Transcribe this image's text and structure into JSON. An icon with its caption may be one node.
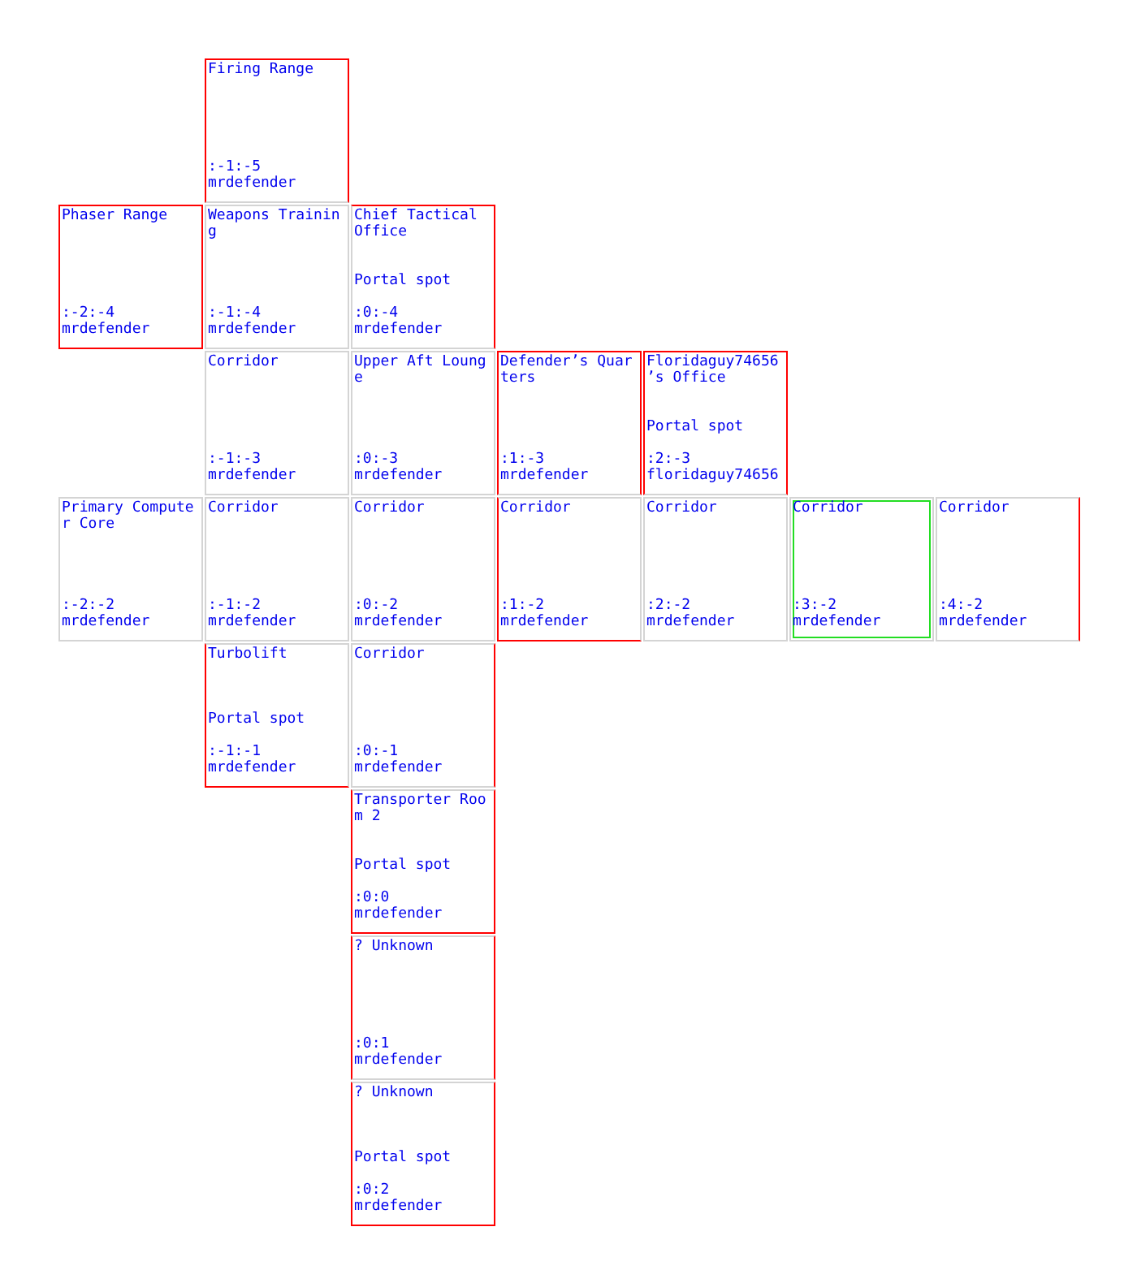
{
  "diagram": {
    "nodes": [
      {
        "text": [
          "Firing Range",
          ":-1:-5",
          "mrdefender"
        ]
      },
      {
        "text": [
          "Phaser Range",
          ":-2:-4",
          "mrdefender"
        ]
      },
      {
        "text": [
          "Weapons Training",
          ":-1:-4",
          "mrdefender"
        ]
      },
      {
        "text": [
          "Chief Tactical Office",
          "Portal spot",
          ":0:-4",
          "mrdefender"
        ]
      },
      {
        "text": [
          "Corridor",
          ":-1:-3",
          "mrdefender"
        ]
      },
      {
        "text": [
          "Upper Aft Lounge",
          ":0:-3",
          "mrdefender"
        ]
      },
      {
        "text": [
          "Defender’s Quarters",
          ":1:-3",
          "mrdefender"
        ]
      },
      {
        "text": [
          "Floridaguy74656’s Office",
          "Portal spot",
          ":2:-3",
          "floridaguy74656"
        ]
      },
      {
        "text": [
          "Primary Computer Core",
          ":-2:-2",
          "mrdefender"
        ]
      },
      {
        "text": [
          "Corridor",
          ":-1:-2",
          "mrdefender"
        ]
      },
      {
        "text": [
          "Corridor",
          ":0:-2",
          "mrdefender"
        ]
      },
      {
        "text": [
          "Corridor",
          ":1:-2",
          "mrdefender"
        ]
      },
      {
        "text": [
          "Corridor",
          ":2:-2",
          "mrdefender"
        ]
      },
      {
        "text": [
          "Corridor",
          ":3:-2",
          "mrdefender"
        ]
      },
      {
        "text": [
          "Corridor",
          ":4:-2",
          "mrdefender"
        ]
      },
      {
        "text": [
          "Turbolift",
          "Portal spot",
          ":-1:-1",
          "mrdefender"
        ]
      },
      {
        "text": [
          "Corridor",
          ":0:-1",
          "mrdefender"
        ]
      },
      {
        "text": [
          "Transporter Room 2",
          "Portal spot",
          ":0:0",
          "mrdefender"
        ]
      },
      {
        "text": [
          "? Unknown",
          ":0:1",
          "mrdefender"
        ]
      },
      {
        "text": [
          "? Unknown",
          "Portal spot",
          ":0:2",
          "mrdefender"
        ]
      }
    ]
  }
}
